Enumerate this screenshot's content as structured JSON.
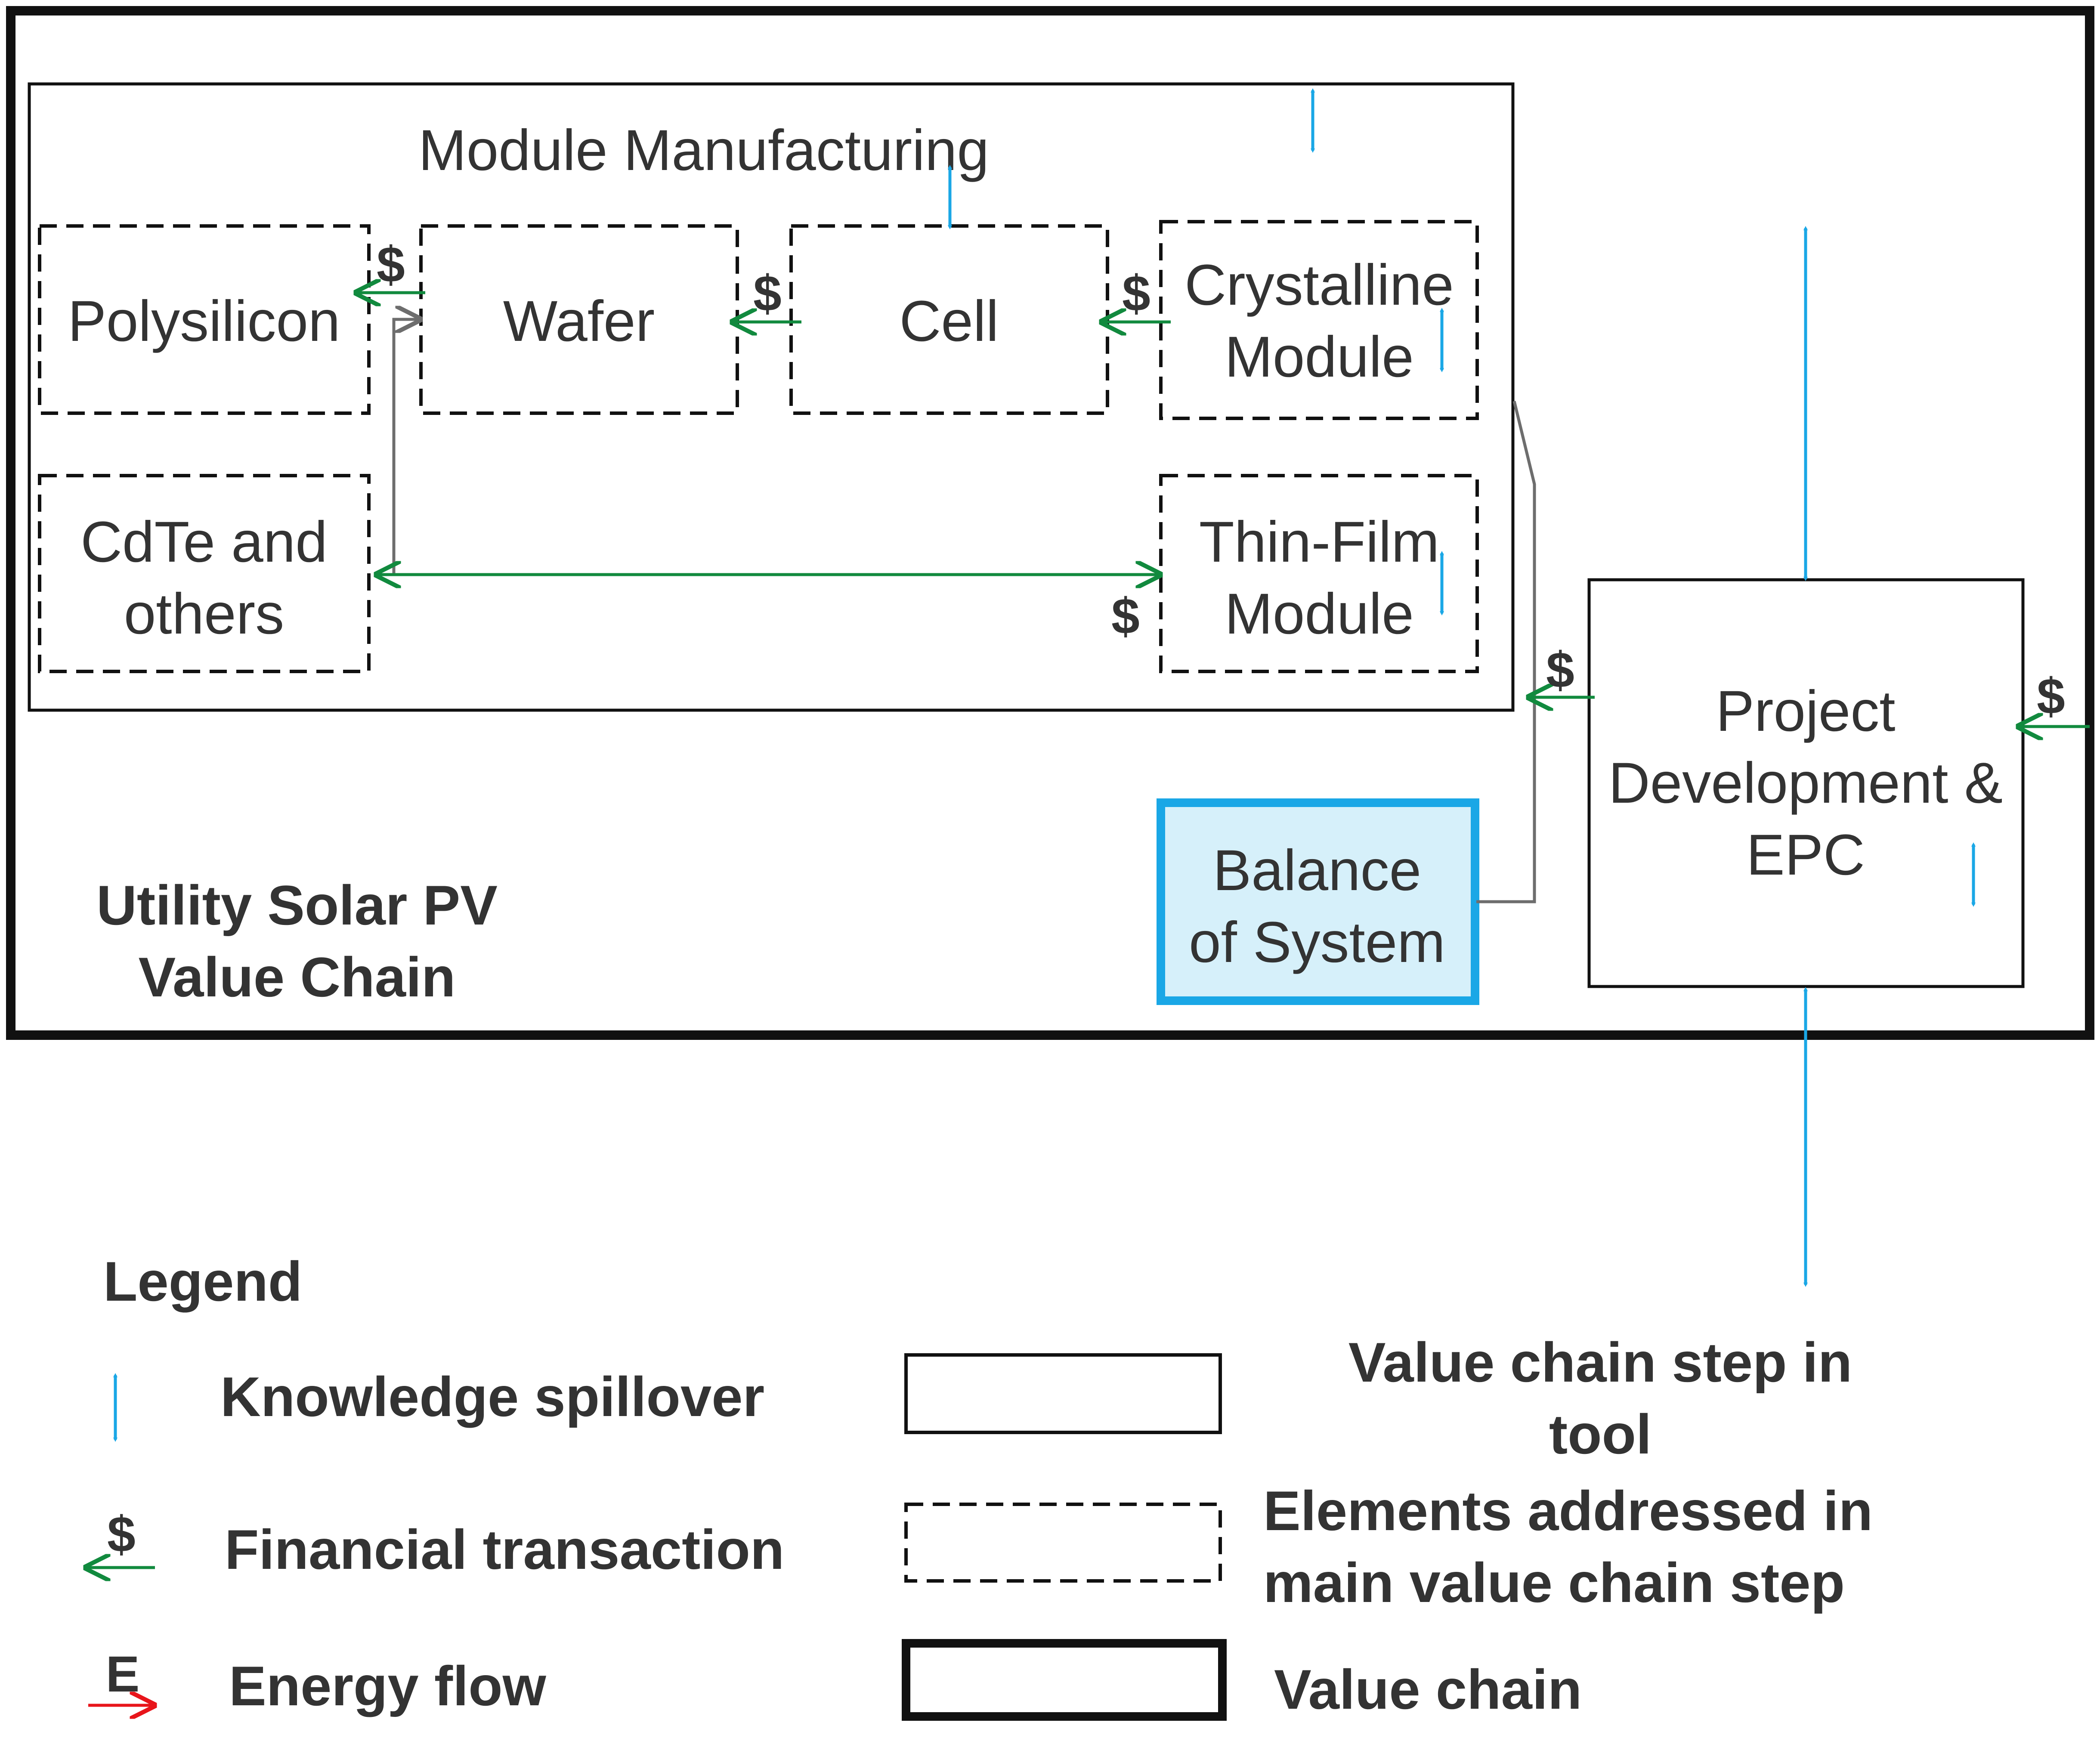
{
  "diagram": {
    "value_chain_title": [
      "Utility Solar PV",
      "Value Chain"
    ],
    "module_manufacturing_label": "Module Manufacturing",
    "steps": {
      "polysilicon": [
        "Polysilicon"
      ],
      "wafer": [
        "Wafer"
      ],
      "cell": [
        "Cell"
      ],
      "crystalline_module": [
        "Crystalline",
        "Module"
      ],
      "cdte": [
        "CdTe and",
        "others"
      ],
      "thin_film_module": [
        "Thin-Film",
        "Module"
      ],
      "balance_of_system": [
        "Balance",
        "of System"
      ],
      "project_development": [
        "Project",
        "Development &",
        "EPC"
      ]
    },
    "symbols": {
      "dollar": "$",
      "energy": "E"
    },
    "icons": {
      "knowledge_spillover": "double-arrow-icon",
      "financial_transaction": "dollar-arrow-icon",
      "energy_flow": "energy-arrow-icon"
    }
  },
  "legend": {
    "title": "Legend",
    "items": {
      "knowledge_spillover": "Knowledge spillover",
      "financial_transaction": "Financial transaction",
      "energy_flow": "Energy flow"
    },
    "boxes": {
      "solid": [
        "Value chain step in",
        "tool"
      ],
      "dashed": [
        "Elements addressed in",
        "main value chain step"
      ],
      "thick": [
        "Value chain"
      ]
    }
  },
  "colors": {
    "knowledge": "#1aa7e6",
    "finance": "#118a3e",
    "energy": "#e8151b",
    "bos_fill": "#d6f0fa",
    "bos_border": "#1aa7e6",
    "text": "#333333"
  }
}
